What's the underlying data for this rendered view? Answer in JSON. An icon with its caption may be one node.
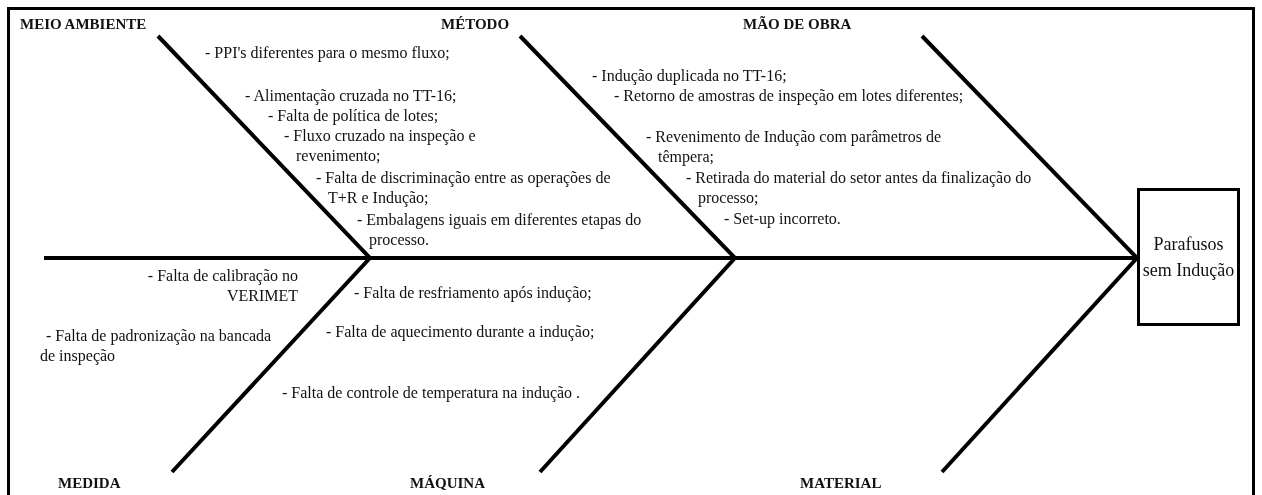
{
  "diagram": {
    "nodes": [
      {
        "text": [
          "MEIO AMBIENTE"
        ]
      },
      {
        "text": [
          "MÉTODO"
        ]
      },
      {
        "text": [
          "MÃO DE OBRA"
        ]
      },
      {
        "text": [
          "MEDIDA"
        ]
      },
      {
        "text": [
          "MÁQUINA"
        ]
      },
      {
        "text": [
          "MATERIAL"
        ]
      },
      {
        "text": [
          "Parafusos sem Indução"
        ]
      }
    ],
    "edges": [
      {
        "from": 0,
        "to": 6,
        "arrow": "none"
      },
      {
        "from": 1,
        "to": 6,
        "arrow": "none"
      },
      {
        "from": 2,
        "to": 6,
        "arrow": "none"
      },
      {
        "from": 3,
        "to": 6,
        "arrow": "none"
      },
      {
        "from": 4,
        "to": 6,
        "arrow": "none"
      },
      {
        "from": 5,
        "to": 6,
        "arrow": "none"
      },
      {
        "from": null,
        "to": 6,
        "arrow": "none"
      }
    ],
    "labels": [
      "- PPI's diferentes para o mesmo fluxo;",
      "- Alimentação cruzada no TT-16;",
      "- Falta de política de lotes;",
      "- Fluxo cruzado na inspeção e revenimento;",
      "- Falta de discriminação entre as operações de T+R e Indução;",
      "- Embalagens iguais em diferentes etapas do processo.",
      "- Indução duplicada no TT-16;",
      "- Retorno de amostras de inspeção em lotes diferentes;",
      "- Revenimento de Indução com parâmetros de têmpera;",
      "- Retirada do material do setor antes da finalização do processo;",
      "- Set-up incorreto.",
      "- Falta de calibração no VERIMET",
      "- Falta de padronização na bancada de inspeção",
      "- Falta de resfriamento após indução;",
      "- Falta de aquecimento durante a indução;",
      "- Falta de controle de temperatura na indução ."
    ]
  }
}
